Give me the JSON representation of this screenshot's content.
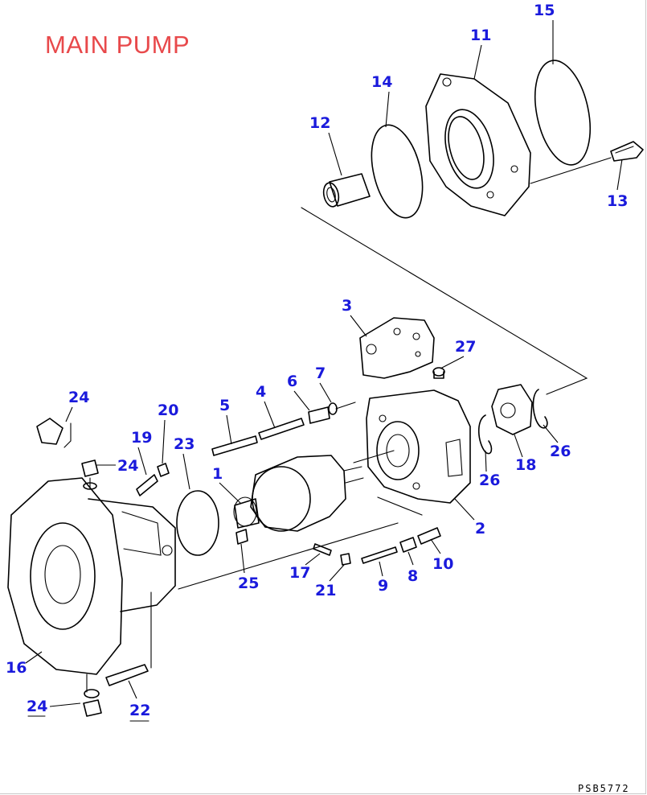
{
  "title": "MAIN PUMP",
  "drawing_code": "PSB5772",
  "colors": {
    "title": "#e8494b",
    "callout": "#1a1adc",
    "line": "#000000",
    "background": "#ffffff"
  },
  "callouts": [
    {
      "id": "c1",
      "label": "1"
    },
    {
      "id": "c2",
      "label": "2"
    },
    {
      "id": "c3",
      "label": "3"
    },
    {
      "id": "c4",
      "label": "4"
    },
    {
      "id": "c5",
      "label": "5"
    },
    {
      "id": "c6",
      "label": "6"
    },
    {
      "id": "c7",
      "label": "7"
    },
    {
      "id": "c8",
      "label": "8"
    },
    {
      "id": "c9",
      "label": "9"
    },
    {
      "id": "c10",
      "label": "10"
    },
    {
      "id": "c11",
      "label": "11"
    },
    {
      "id": "c12",
      "label": "12"
    },
    {
      "id": "c13",
      "label": "13"
    },
    {
      "id": "c14",
      "label": "14"
    },
    {
      "id": "c15",
      "label": "15"
    },
    {
      "id": "c16",
      "label": "16"
    },
    {
      "id": "c17",
      "label": "17"
    },
    {
      "id": "c18",
      "label": "18"
    },
    {
      "id": "c19",
      "label": "19"
    },
    {
      "id": "c20",
      "label": "20"
    },
    {
      "id": "c21",
      "label": "21"
    },
    {
      "id": "c22",
      "label": "22"
    },
    {
      "id": "c23",
      "label": "23"
    },
    {
      "id": "c24a",
      "label": "24"
    },
    {
      "id": "c24b",
      "label": "24"
    },
    {
      "id": "c24c",
      "label": "24"
    },
    {
      "id": "c25",
      "label": "25"
    },
    {
      "id": "c26a",
      "label": "26"
    },
    {
      "id": "c26b",
      "label": "26"
    },
    {
      "id": "c27",
      "label": "27"
    }
  ]
}
